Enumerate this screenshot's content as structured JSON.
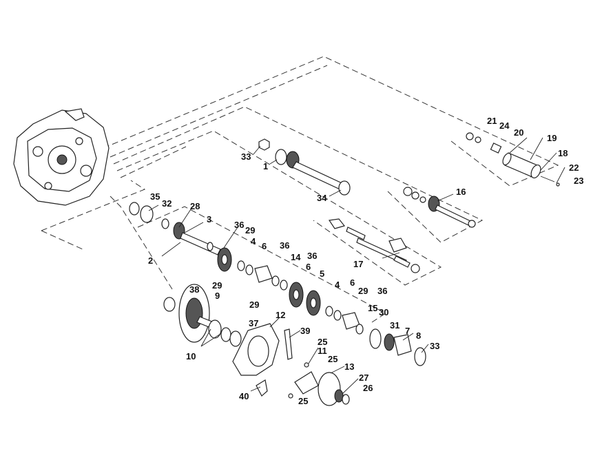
{
  "diagram": {
    "background": "#ffffff",
    "ink": "#222222",
    "callouts": [
      {
        "id": "c1",
        "label": "1"
      },
      {
        "id": "c2",
        "label": "2"
      },
      {
        "id": "c3",
        "label": "3"
      },
      {
        "id": "c4a",
        "label": "4"
      },
      {
        "id": "c4b",
        "label": "4"
      },
      {
        "id": "c5",
        "label": "5"
      },
      {
        "id": "c6a",
        "label": "6"
      },
      {
        "id": "c6b",
        "label": "6"
      },
      {
        "id": "c6c",
        "label": "6"
      },
      {
        "id": "c7",
        "label": "7"
      },
      {
        "id": "c8",
        "label": "8"
      },
      {
        "id": "c9",
        "label": "9"
      },
      {
        "id": "c10",
        "label": "10"
      },
      {
        "id": "c11",
        "label": "11"
      },
      {
        "id": "c12",
        "label": "12"
      },
      {
        "id": "c13",
        "label": "13"
      },
      {
        "id": "c14",
        "label": "14"
      },
      {
        "id": "c15",
        "label": "15"
      },
      {
        "id": "c16",
        "label": "16"
      },
      {
        "id": "c17",
        "label": "17"
      },
      {
        "id": "c18",
        "label": "18"
      },
      {
        "id": "c19",
        "label": "19"
      },
      {
        "id": "c20",
        "label": "20"
      },
      {
        "id": "c21",
        "label": "21"
      },
      {
        "id": "c22",
        "label": "22"
      },
      {
        "id": "c23",
        "label": "23"
      },
      {
        "id": "c24",
        "label": "24"
      },
      {
        "id": "c25a",
        "label": "25"
      },
      {
        "id": "c25b",
        "label": "25"
      },
      {
        "id": "c25c",
        "label": "25"
      },
      {
        "id": "c26",
        "label": "26"
      },
      {
        "id": "c27",
        "label": "27"
      },
      {
        "id": "c28",
        "label": "28"
      },
      {
        "id": "c29a",
        "label": "29"
      },
      {
        "id": "c29b",
        "label": "29"
      },
      {
        "id": "c29c",
        "label": "29"
      },
      {
        "id": "c29d",
        "label": "29"
      },
      {
        "id": "c30",
        "label": "30"
      },
      {
        "id": "c31",
        "label": "31"
      },
      {
        "id": "c32",
        "label": "32"
      },
      {
        "id": "c33a",
        "label": "33"
      },
      {
        "id": "c33b",
        "label": "33"
      },
      {
        "id": "c34",
        "label": "34"
      },
      {
        "id": "c35",
        "label": "35"
      },
      {
        "id": "c36a",
        "label": "36"
      },
      {
        "id": "c36b",
        "label": "36"
      },
      {
        "id": "c36c",
        "label": "36"
      },
      {
        "id": "c36d",
        "label": "36"
      },
      {
        "id": "c37",
        "label": "37"
      },
      {
        "id": "c38",
        "label": "38"
      },
      {
        "id": "c39",
        "label": "39"
      },
      {
        "id": "c40",
        "label": "40"
      }
    ]
  }
}
